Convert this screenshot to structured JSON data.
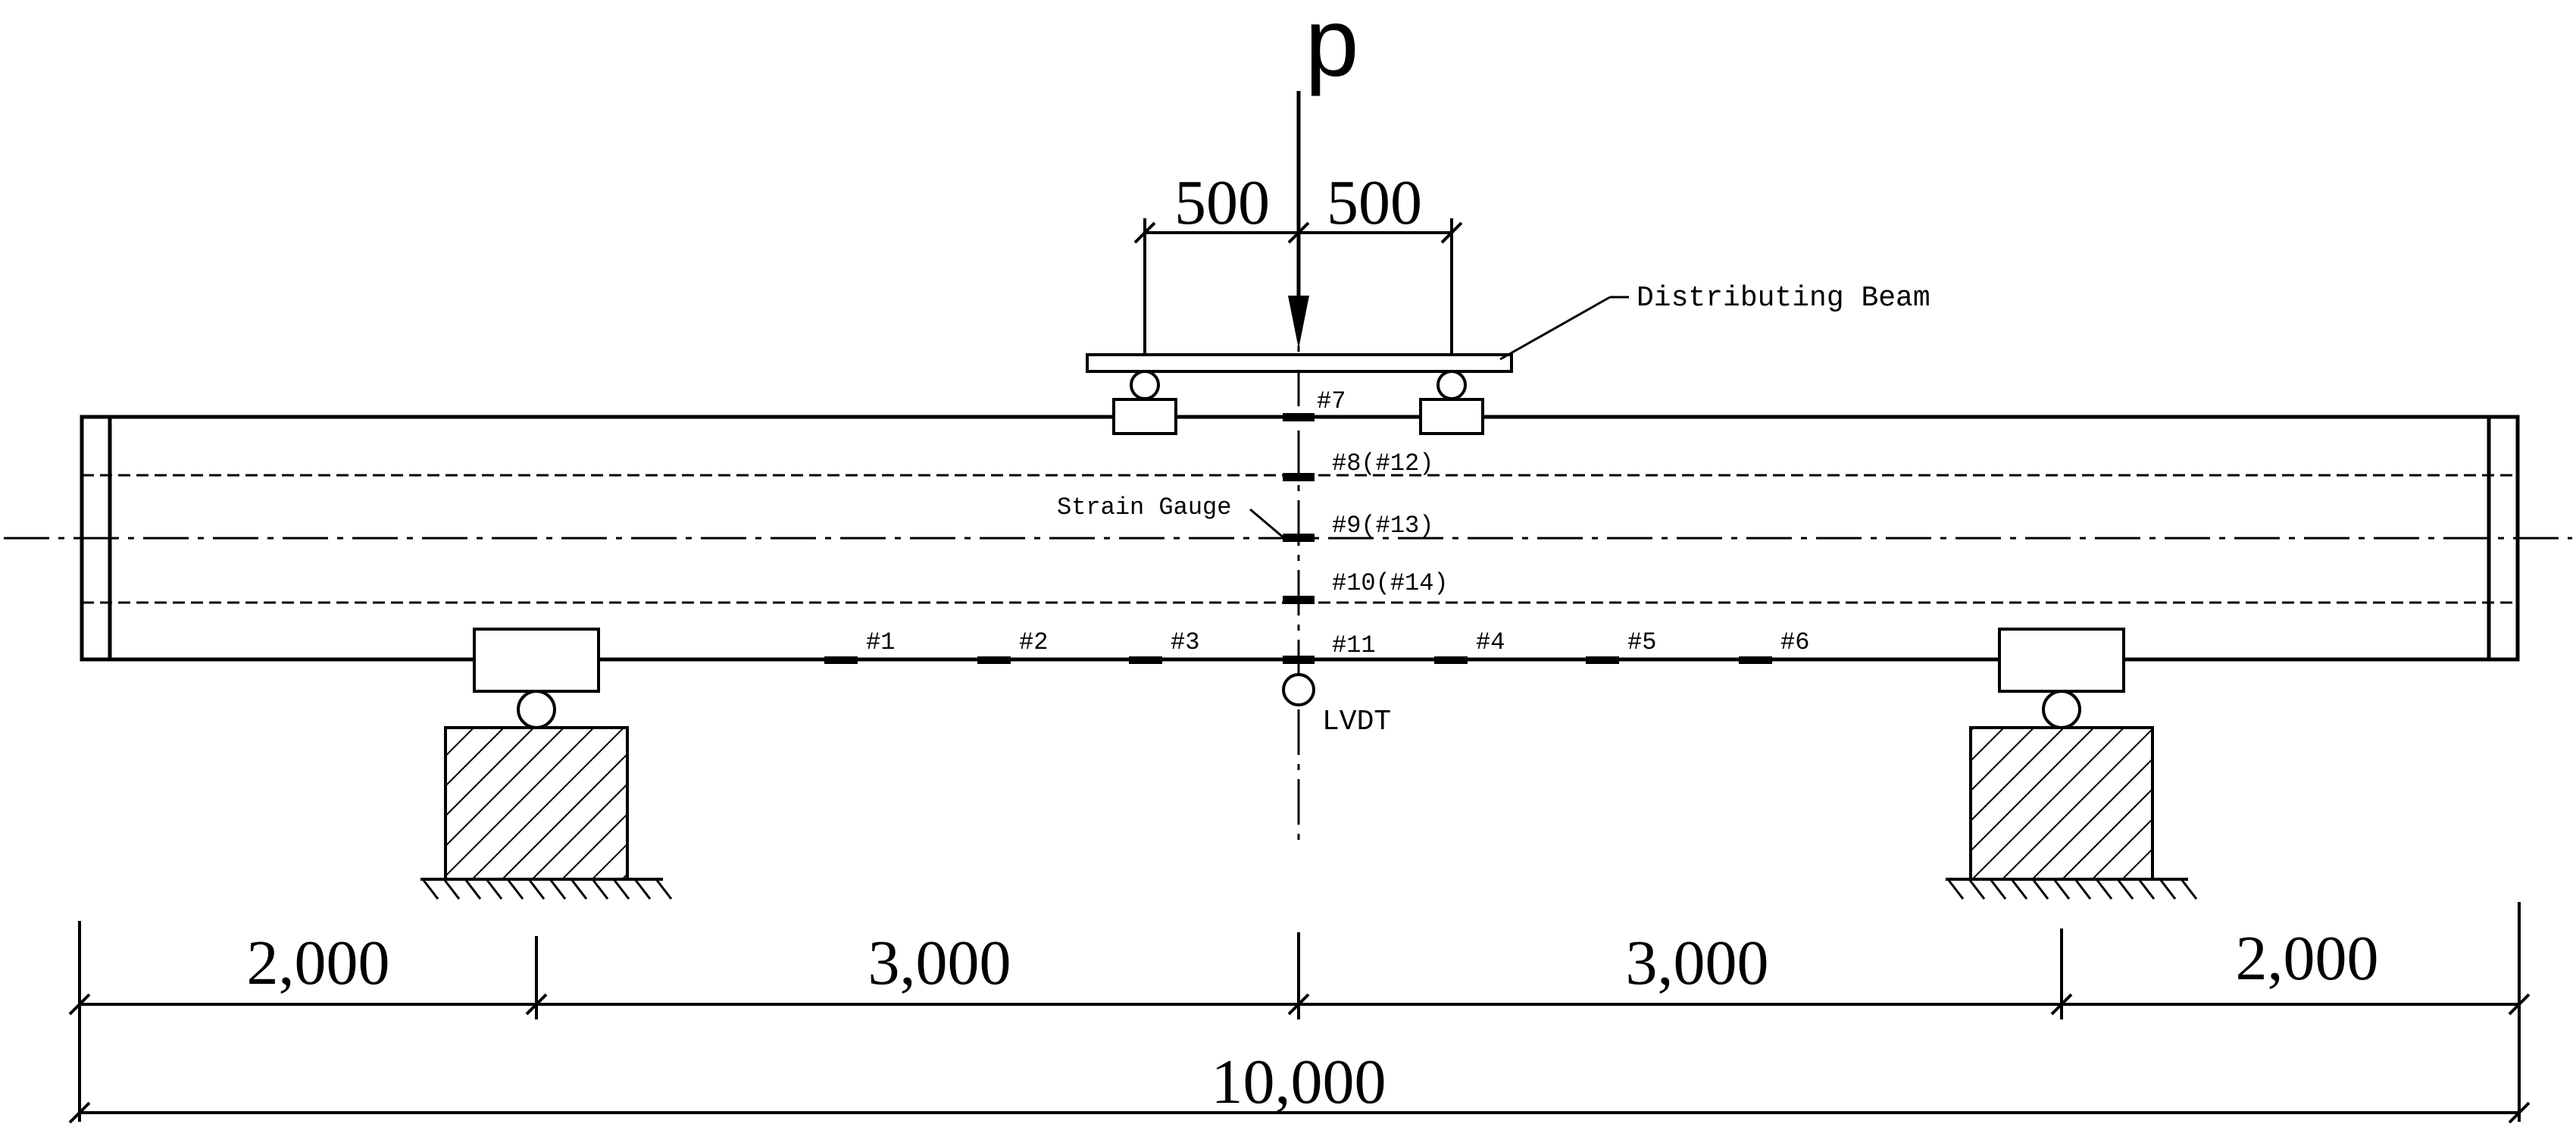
{
  "load": {
    "label": "p"
  },
  "distribution": {
    "left_dim": "500",
    "right_dim": "500",
    "beam_label": "Distributing Beam"
  },
  "gauges": {
    "top": [
      "#7",
      "#8(#12)",
      "#9(#13)",
      "#10(#14)",
      "#11"
    ],
    "bottom": [
      "#1",
      "#2",
      "#3",
      "#4",
      "#5",
      "#6"
    ],
    "callout_label": "Strain Gauge"
  },
  "lvdt": {
    "label": "LVDT"
  },
  "dimensions": {
    "segments": [
      "2,000",
      "3,000",
      "3,000",
      "2,000"
    ],
    "total": "10,000"
  },
  "colors": {
    "line": "#000000",
    "background": "#ffffff"
  }
}
